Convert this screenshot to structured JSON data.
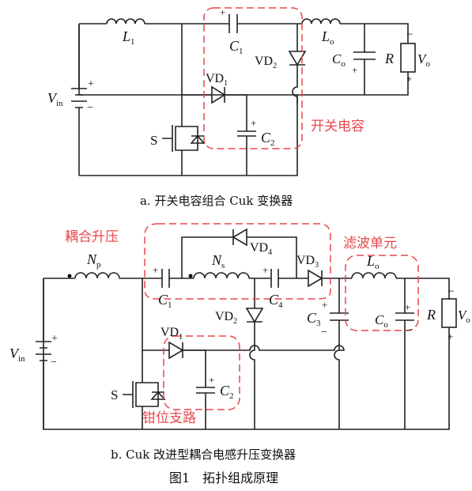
{
  "captions": {
    "a": "a. 开关电容组合 Cuk 变换器",
    "b": "b. Cuk 改进型耦合电感升压变换器",
    "figure": "图1　拓扑组成原理"
  },
  "diagram_a": {
    "inductor_L1": "L",
    "inductor_L1_sub": "1",
    "cap_C1": "C",
    "cap_C1_sub": "1",
    "diode_VD2": "VD",
    "diode_VD2_sub": "2",
    "inductor_Lo": "L",
    "inductor_Lo_sub": "o",
    "cap_Co": "C",
    "cap_Co_sub": "o",
    "resistor_R": "R",
    "output_Vo": "V",
    "output_Vo_sub": "o",
    "source_Vin": "V",
    "source_Vin_sub": "in",
    "diode_VD1": "VD",
    "diode_VD1_sub": "1",
    "cap_C2": "C",
    "cap_C2_sub": "2",
    "switch_S": "S",
    "region_label": "开关电容"
  },
  "diagram_b": {
    "region_coupled": "耦合升压",
    "region_filter": "滤波单元",
    "region_clamp": "钳位支路",
    "winding_Np": "N",
    "winding_Np_sub": "p",
    "winding_Ns": "N",
    "winding_Ns_sub": "s",
    "diode_VD4": "VD",
    "diode_VD4_sub": "4",
    "diode_VD3": "VD",
    "diode_VD3_sub": "3",
    "diode_VD2": "VD",
    "diode_VD2_sub": "2",
    "diode_VD1": "VD",
    "diode_VD1_sub": "1",
    "cap_C1": "C",
    "cap_C1_sub": "1",
    "cap_C4": "C",
    "cap_C4_sub": "4",
    "cap_C3": "C",
    "cap_C3_sub": "3",
    "cap_C2": "C",
    "cap_C2_sub": "2",
    "inductor_Lo": "L",
    "inductor_Lo_sub": "o",
    "cap_Co": "C",
    "cap_Co_sub": "o",
    "resistor_R": "R",
    "output_Vo": "V",
    "output_Vo_sub": "o",
    "source_Vin": "V",
    "source_Vin_sub": "in",
    "switch_S": "S"
  },
  "colors": {
    "wire": "#222222",
    "highlight": "#e8474c"
  }
}
